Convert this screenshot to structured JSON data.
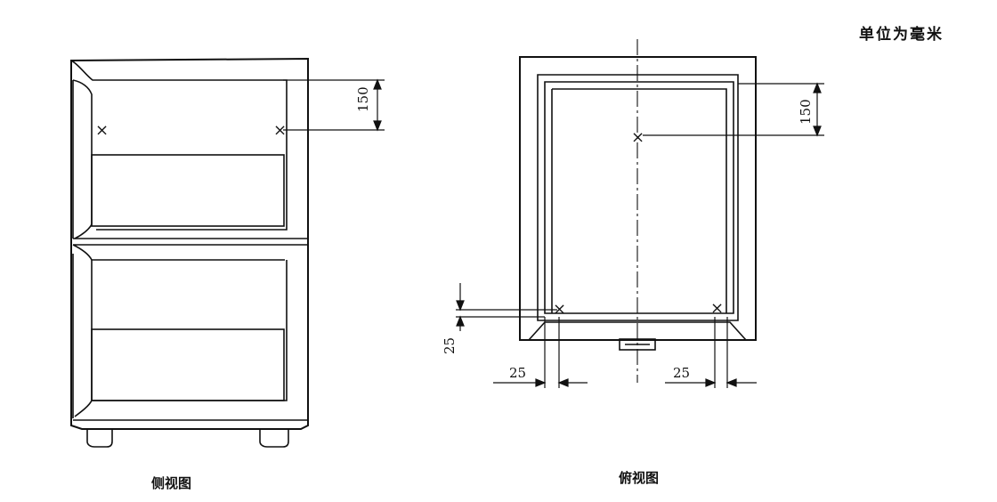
{
  "header": {
    "unit_note": "单位为毫米"
  },
  "side_view": {
    "caption": "侧视图",
    "dimension_label": "150",
    "marker": "×"
  },
  "top_view": {
    "caption": "俯视图",
    "dimension_top_label": "150",
    "dimension_left_label": "25",
    "dimension_bottom_left_label": "25",
    "dimension_bottom_right_label": "25",
    "marker": "×"
  }
}
